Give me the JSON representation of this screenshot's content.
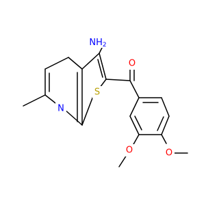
{
  "structure": {
    "atom_labels": {
      "amine": "NH",
      "amine_subscript": "2",
      "ketone_oxygen": "O",
      "sulfur": "S",
      "pyridine_nitrogen": "N",
      "methoxy_oxygen_meta": "O",
      "methoxy_oxygen_para": "O"
    },
    "colors": {
      "carbon_bond": "#000000",
      "nitrogen": "#0000ff",
      "oxygen": "#ff0000",
      "sulfur": "#b8a000"
    }
  }
}
